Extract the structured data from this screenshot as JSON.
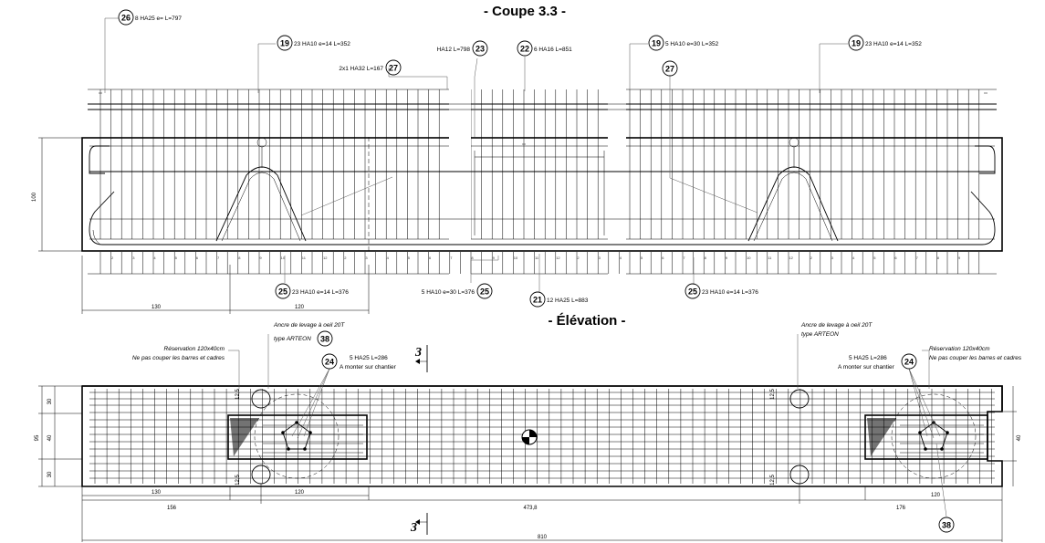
{
  "titles": {
    "section": "- Coupe 3.3 -",
    "elevation": "- Élévation -"
  },
  "section": {
    "callouts": {
      "c26": {
        "num": "26",
        "text": "8 HA25  e= L=797"
      },
      "c19a": {
        "num": "19",
        "text": "23 HA10 e=14 L=352"
      },
      "c27a": {
        "num": "27",
        "text": "2x1 HA32   L=167"
      },
      "c23": {
        "num": "23",
        "text": "HA12  L=798"
      },
      "c22": {
        "num": "22",
        "text": "6 HA16  L=851"
      },
      "c19b": {
        "num": "19",
        "text": "5 HA10 e=30 L=352"
      },
      "c27b": {
        "num": "27",
        "text": ""
      },
      "c19c": {
        "num": "19",
        "text": "23 HA10 e=14 L=352"
      },
      "c25a": {
        "num": "25",
        "text": "23 HA10 e=14 L=376"
      },
      "c25b": {
        "num": "25",
        "text": "5 HA10 e=30 L=376"
      },
      "c21": {
        "num": "21",
        "text": "12 HA25  L=883"
      },
      "c25c": {
        "num": "25",
        "text": "23 HA10 e=14 L=376"
      }
    },
    "dims": {
      "height": "100",
      "left_len": "130",
      "mid_len": "120"
    },
    "bar_ticks": [
      "2",
      "3",
      "4",
      "5",
      "6",
      "7",
      "8",
      "9",
      "10",
      "11",
      "12"
    ]
  },
  "elevation": {
    "notes": {
      "anchor_left": "Ancre de levage à oeil 20T",
      "anchor_left_type": "type ARTEON",
      "anchor_right": "Ancre de levage à oeil 20T",
      "anchor_right_type": "type ARTEON",
      "reservation_left_1": "Réservation 120x40cm",
      "reservation_left_2": "Ne pas couper les barres et cadres",
      "reservation_right_1": "Réservation 120x40cm",
      "reservation_right_2": "Ne pas couper les barres et cadres",
      "bars_left_1": "5 HA25 L=286",
      "bars_left_2": "A monter sur chantier",
      "bars_right_1": "5 HA25 L=286",
      "bars_right_2": "A monter sur chantier"
    },
    "callouts": {
      "c38a": "38",
      "c24a": "24",
      "c24b": "24",
      "c38b": "38"
    },
    "section_mark": "3",
    "dims": {
      "d130": "130",
      "d120a": "120",
      "d156": "156",
      "d4738": "473,8",
      "d176": "176",
      "d120b": "120",
      "d810": "810",
      "v95": "95",
      "v40a": "40",
      "v30": "30",
      "v30b": "30",
      "v40b": "40",
      "v125a": "12,5",
      "v125b": "12,5",
      "v125c": "12,5",
      "v125d": "12,5"
    }
  }
}
